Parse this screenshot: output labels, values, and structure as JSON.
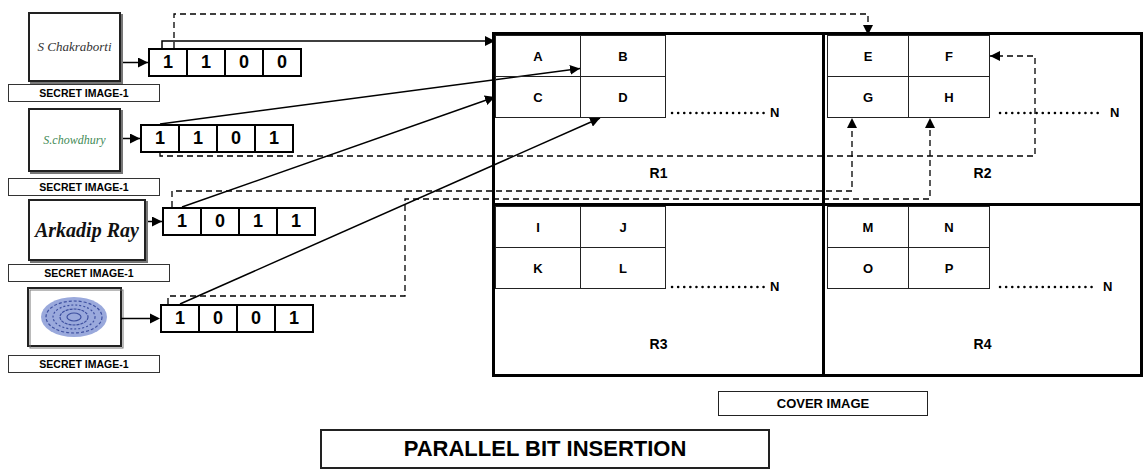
{
  "diagram": {
    "nodes": [
      {
        "text": [
          "S Chakraborti"
        ]
      },
      {
        "text": [
          "1"
        ]
      },
      {
        "text": [
          "1"
        ]
      },
      {
        "text": [
          "0"
        ]
      },
      {
        "text": [
          "0"
        ]
      },
      {
        "text": [
          "SECRET IMAGE-1"
        ]
      },
      {
        "text": [
          "S.chowdhury"
        ]
      },
      {
        "text": [
          "1"
        ]
      },
      {
        "text": [
          "1"
        ]
      },
      {
        "text": [
          "0"
        ]
      },
      {
        "text": [
          "1"
        ]
      },
      {
        "text": [
          "SECRET IMAGE-1"
        ]
      },
      {
        "text": [
          "Arkadip Ray"
        ]
      },
      {
        "text": [
          "1"
        ]
      },
      {
        "text": [
          "0"
        ]
      },
      {
        "text": [
          "1"
        ]
      },
      {
        "text": [
          "1"
        ]
      },
      {
        "text": [
          "SECRET IMAGE-1"
        ]
      },
      {
        "text": [
          "1"
        ]
      },
      {
        "text": [
          "0"
        ]
      },
      {
        "text": [
          "0"
        ]
      },
      {
        "text": [
          "1"
        ]
      },
      {
        "text": [
          "SECRET IMAGE-1"
        ]
      },
      {
        "text": [
          "R1"
        ]
      },
      {
        "text": [
          "A"
        ],
        "in": 23
      },
      {
        "text": [
          "B"
        ],
        "in": 23
      },
      {
        "text": [
          "C"
        ],
        "in": 23
      },
      {
        "text": [
          "D"
        ],
        "in": 23
      },
      {
        "text": [
          "R2"
        ]
      },
      {
        "text": [
          "E"
        ],
        "in": 28
      },
      {
        "text": [
          "F"
        ],
        "in": 28
      },
      {
        "text": [
          "G"
        ],
        "in": 28
      },
      {
        "text": [
          "H"
        ],
        "in": 28
      },
      {
        "text": [
          "R3"
        ]
      },
      {
        "text": [
          "I"
        ],
        "in": 33
      },
      {
        "text": [
          "J"
        ],
        "in": 33
      },
      {
        "text": [
          "K"
        ],
        "in": 33
      },
      {
        "text": [
          "L"
        ],
        "in": 33
      },
      {
        "text": [
          "R4"
        ]
      },
      {
        "text": [
          "M"
        ],
        "in": 38
      },
      {
        "text": [
          "N"
        ],
        "in": 38
      },
      {
        "text": [
          "O"
        ],
        "in": 38
      },
      {
        "text": [
          "P"
        ],
        "in": 38
      },
      {
        "text": [
          "COVER IMAGE"
        ]
      },
      {
        "text": [
          "PARALLEL BIT INSERTION"
        ]
      }
    ],
    "edges": [
      {
        "from": 0,
        "to": 1,
        "arrow": "to"
      },
      {
        "from": 6,
        "to": 7,
        "arrow": "to"
      },
      {
        "from": 12,
        "to": 13,
        "arrow": "to"
      },
      {
        "from": 1,
        "to": 24,
        "arrow": "to"
      },
      {
        "from": 1,
        "to": 29,
        "arrow": "to"
      },
      {
        "from": 7,
        "to": 25,
        "arrow": "to"
      },
      {
        "from": 7,
        "to": 30,
        "arrow": "to"
      },
      {
        "from": 13,
        "to": 26,
        "arrow": "to"
      },
      {
        "from": 13,
        "to": 31,
        "arrow": "to"
      },
      {
        "from": 18,
        "to": 27,
        "arrow": "to"
      },
      {
        "from": 18,
        "to": 32,
        "arrow": "to"
      }
    ],
    "labels": [
      "N",
      "N",
      "N",
      "N"
    ]
  }
}
